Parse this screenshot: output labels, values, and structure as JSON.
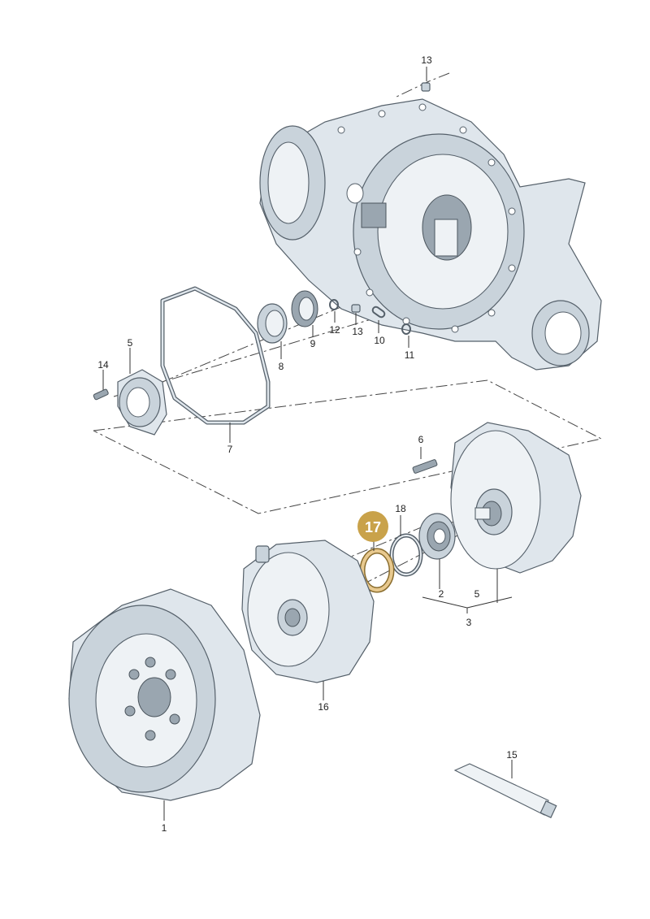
{
  "callouts": {
    "c1": "1",
    "c2": "2",
    "c3": "3",
    "c5a": "5",
    "c5b": "5",
    "c6": "6",
    "c7": "7",
    "c8": "8",
    "c9": "9",
    "c10": "10",
    "c11": "11",
    "c12": "12",
    "c13a": "13",
    "c13b": "13",
    "c14": "14",
    "c15": "15",
    "c16": "16",
    "c17": "17",
    "c18": "18"
  },
  "colors": {
    "highlight_badge": "#c9a24a",
    "highlight_ring": "#e8c98f",
    "part_fill": "#dfe6ec",
    "outline": "#55606a"
  }
}
